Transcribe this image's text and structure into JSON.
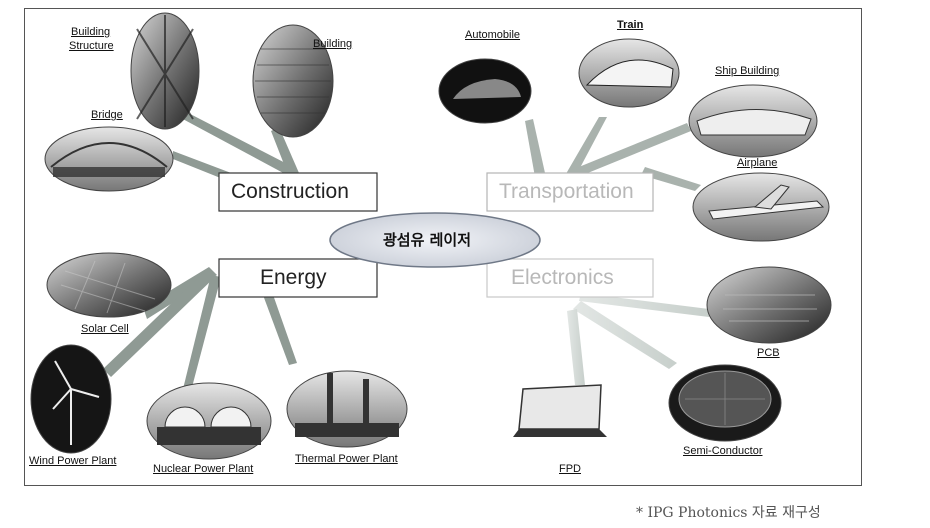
{
  "center": {
    "label": "광섬유 레이저"
  },
  "categories": [
    {
      "key": "construction",
      "label": "Construction"
    },
    {
      "key": "transportation",
      "label": "Transportation"
    },
    {
      "key": "energy",
      "label": "Energy"
    },
    {
      "key": "electronics",
      "label": "Electronics"
    }
  ],
  "applications": {
    "building_structure": [
      "Building",
      "Structure"
    ],
    "building": "Building",
    "bridge": "Bridge",
    "automobile": "Automobile",
    "train": "Train",
    "ship_building": "Ship Building",
    "airplane": "Airplane",
    "solar_cell": "Solar Cell",
    "wind_power_plant": "Wind Power Plant",
    "nuclear_power_plant": "Nuclear Power Plant",
    "thermal_power_plant": "Thermal Power Plant",
    "pcb": "PCB",
    "semi_conductor": "Semi-Conductor",
    "fpd": "FPD"
  },
  "source_note": "* IPG Photonics 자료 재구성",
  "colors": {
    "branch": "#8f9a94",
    "branch_faded": "#dfe4e2",
    "center_fill": "#d9dee6",
    "center_stroke": "#6f7887"
  }
}
